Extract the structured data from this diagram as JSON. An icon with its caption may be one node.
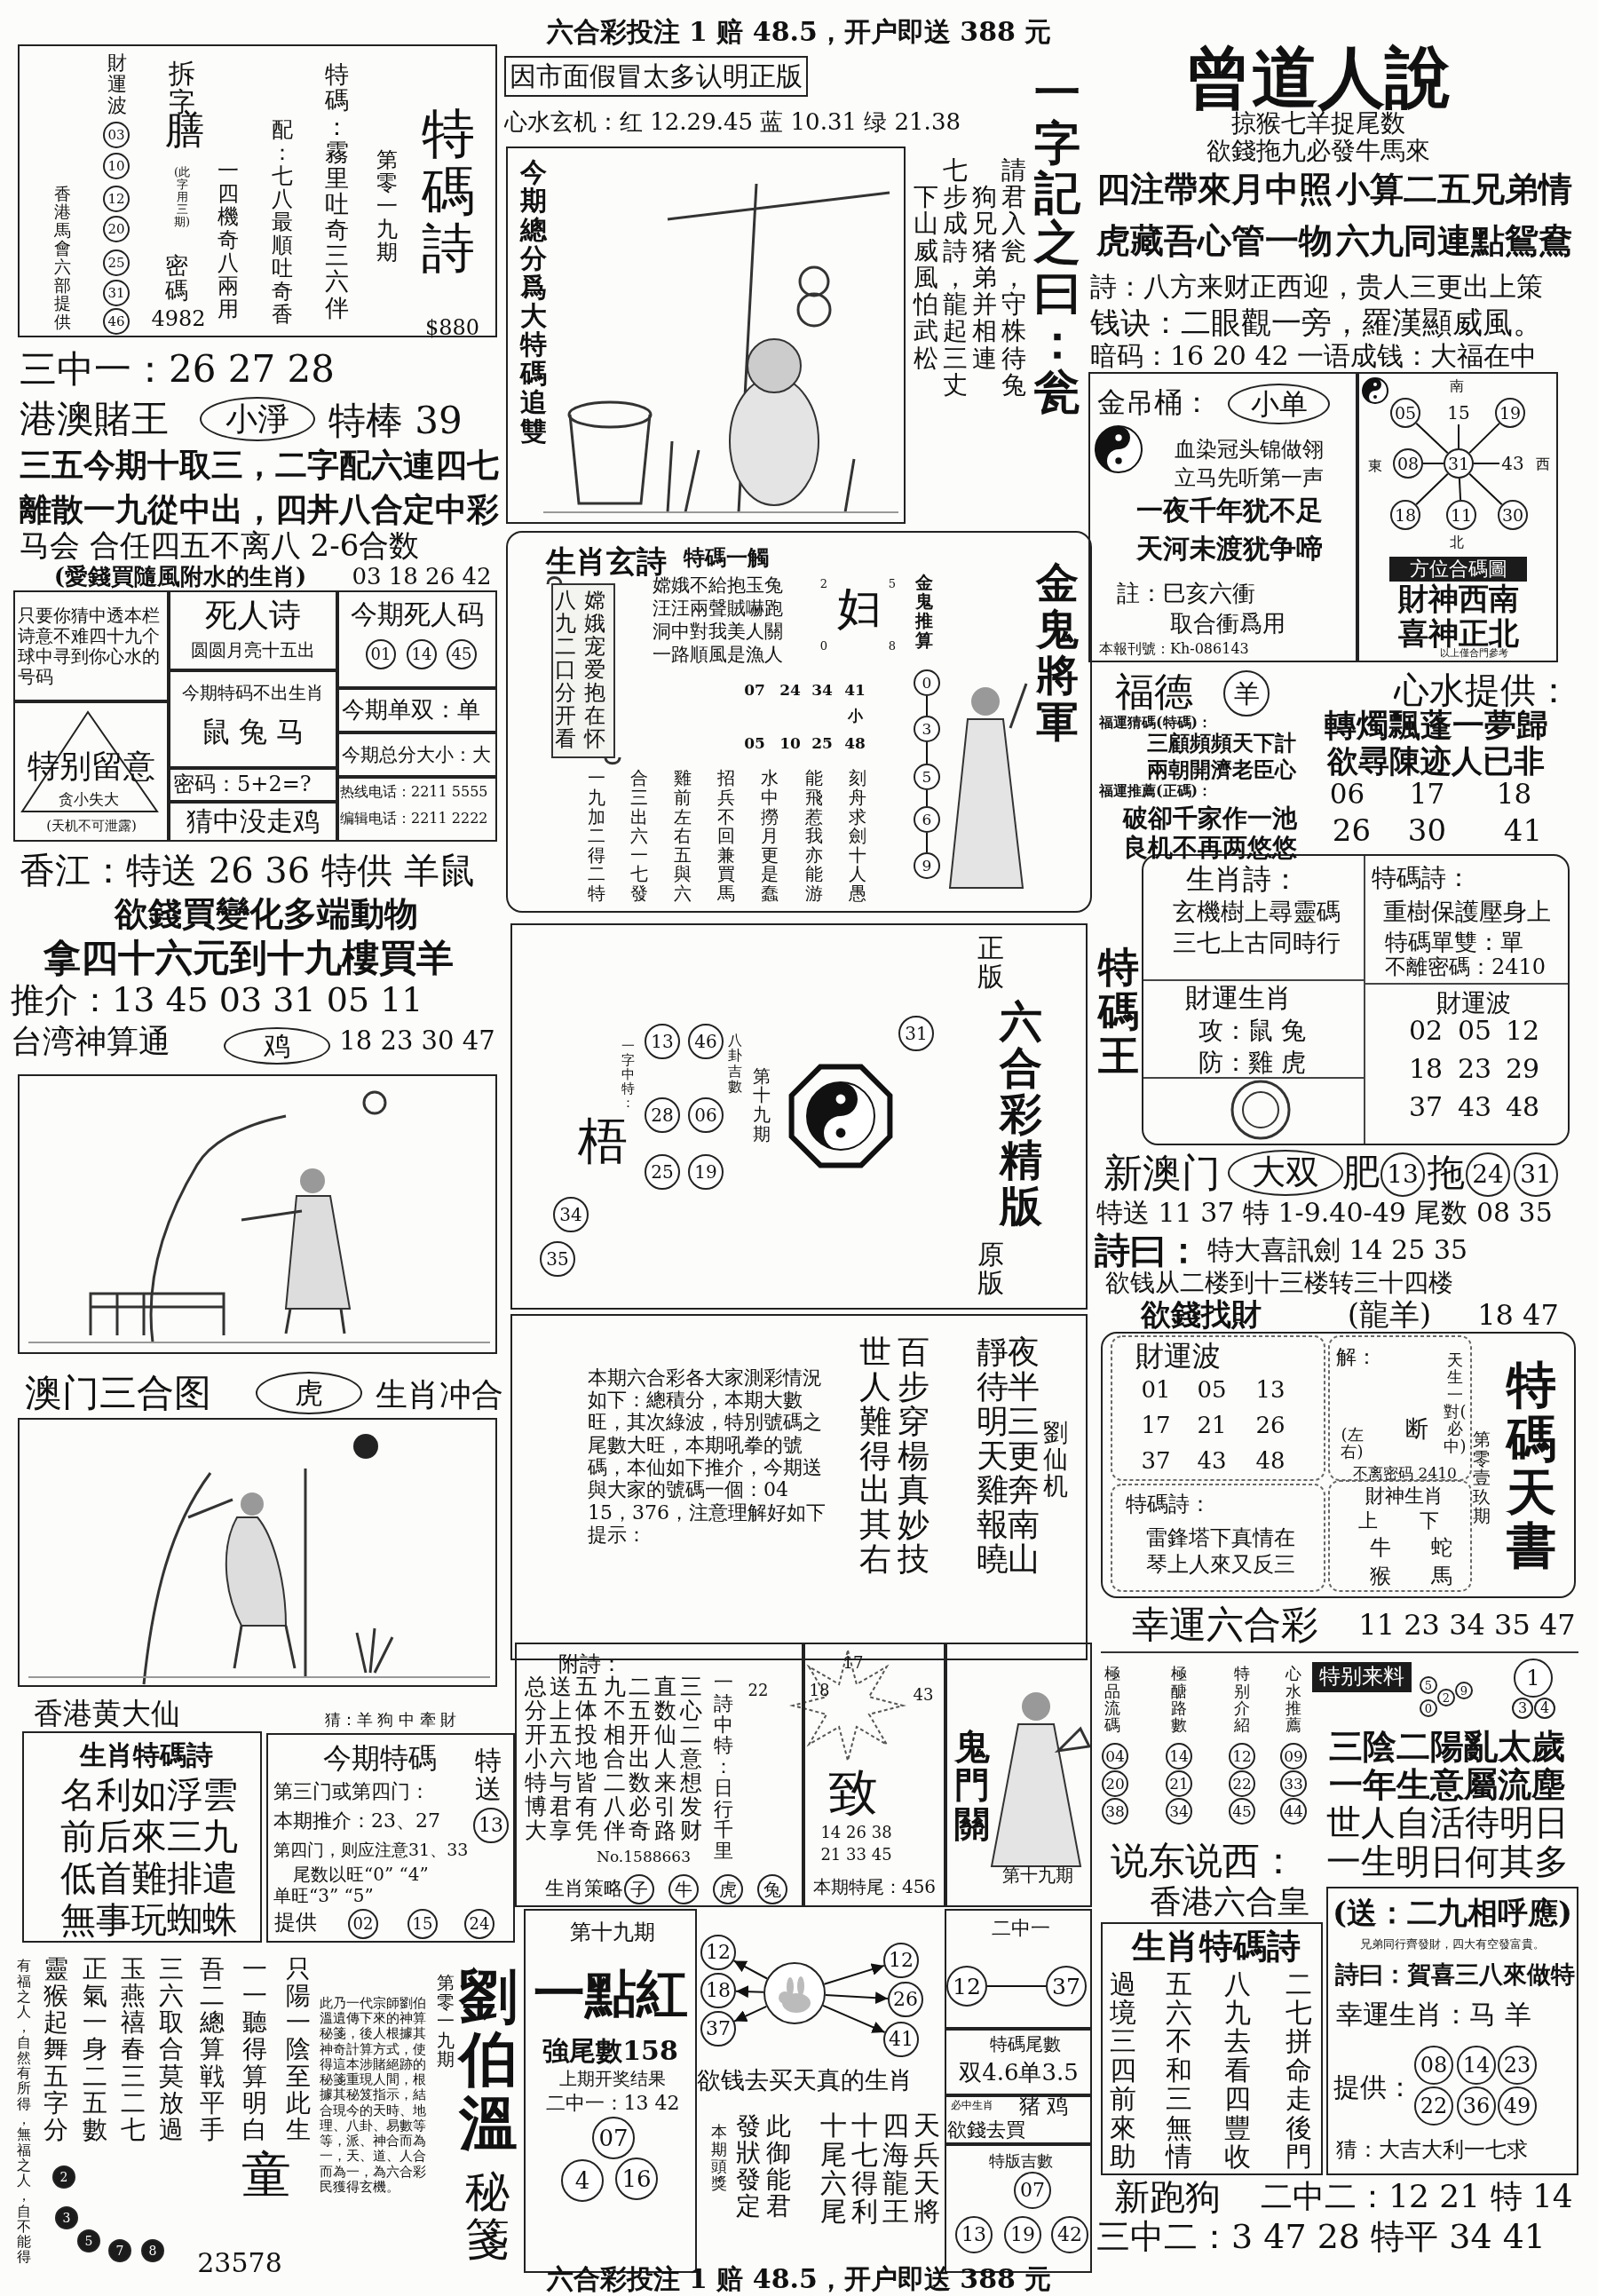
{
  "diagram": {
    "nodes": [
      {
        "text": [
          "特碼詩",
          "$880",
          "第零一九期",
          "特碼：霧里吐奇三六伴",
          "配：七八最順吐奇香",
          "一四機奇八兩用",
          "拆字",
          "膳",
          "(此字用三期)",
          "密碼",
          "4982",
          "財運波",
          "03",
          "10",
          "12",
          "20",
          "25",
          "31",
          "46",
          "香港馬會六部提供"
        ]
      },
      {
        "text": [],
        "shape": "box"
      },
      {
        "text": [
          "只要你猜中透本栏诗意不难四十九个球中寻到你心水的号码"
        ],
        "in": 1
      },
      {
        "text": [
          "死人诗",
          "圆圆月亮十五出"
        ],
        "in": 1
      },
      {
        "text": [
          "今期死人码",
          "01",
          "14",
          "45"
        ],
        "in": 1
      },
      {
        "text": [
          "今期特码不出生肖",
          "鼠 兔 马"
        ],
        "in": 1
      },
      {
        "text": [
          "今期单双：单"
        ],
        "in": 1
      },
      {
        "text": [
          "今期总分大小：大"
        ],
        "in": 1
      },
      {
        "text": [
          "特别留意",
          "贪小失大",
          "(天机不可泄露)"
        ],
        "in": 1
      },
      {
        "text": [
          "密码：5+2=?"
        ],
        "in": 1
      },
      {
        "text": [
          "猜中没走鸡"
        ],
        "in": 1
      },
      {
        "text": [
          "热线电话：2211 5555",
          "编辑电话：2211 2222"
        ],
        "in": 1
      },
      {
        "text": [],
        "shape": "picture"
      },
      {
        "text": [],
        "shape": "picture"
      },
      {
        "text": [
          "生肖特碼詩",
          "名利如浮雲",
          "前后來三九",
          "低首難排遣",
          "無事玩蜘蛛"
        ]
      },
      {
        "text": [
          "今期特碼",
          "特送",
          "第三门或第四门：",
          "本期推介：23、27",
          "第四门，则应注意31、33",
          "尾数以旺“0” “4”",
          "单旺“3” “5”",
          "提供",
          "02",
          "15",
          "24",
          "13"
        ]
      },
      {
        "text": [
          "今期總分爲大特碼追雙"
        ]
      },
      {
        "text": [
          "生肖玄詩",
          "特碼一觸",
          "嫦娥宠爱抱在怀",
          "八九二口分开看",
          "嫦娥不給抱玉兔",
          "汪汪兩聲賊嚇跑",
          "洞中對我美人關",
          "一路順風是漁人",
          "07",
          "24",
          "34",
          "41",
          "小",
          "05",
          "10",
          "25",
          "48",
          "妇",
          "2",
          "5",
          "0",
          "8",
          "金鬼推算",
          "金鬼將軍",
          "刻舟求劍十人愚",
          "能飛惹我亦能游",
          "水中撈月更是蠢",
          "招兵不回兼買馬",
          "雞前左右五與六",
          "合三出六一七發",
          "一九加二得二特"
        ]
      },
      {
        "text": [
          "0"
        ],
        "in": 17
      },
      {
        "text": [
          "3"
        ],
        "in": 17
      },
      {
        "text": [
          "5"
        ],
        "in": 17
      },
      {
        "text": [
          "6"
        ],
        "in": 17
      },
      {
        "text": [
          "9"
        ],
        "in": 17
      },
      {
        "text": [
          "正版",
          "六合彩精版",
          "原版",
          "第十九期",
          "八卦吉數",
          "一字中特：",
          "梧",
          "13",
          "46",
          "28",
          "06",
          "25",
          "19",
          "34",
          "35",
          "31"
        ]
      },
      {
        "text": [
          "本期六合彩各大家測彩情況如下：總積分，本期大數旺，其次綠波，特別號碼之尾數大旺，本期吼拳的號碼，本仙如下推介，今期送與大家的號碼一個：04 15，376，注意理解好如下提示：",
          "劉仙机",
          "夜半三更奔南山",
          "靜待明天雞報曉",
          "百步穿楊真妙技",
          "世人難得出其右"
        ]
      },
      {
        "text": [
          "附詩：",
          "三心二意想发财",
          "直数仙人来引路",
          "二五开出数必奇",
          "九不相合二八伴",
          "五体投地皆有凭",
          "送上五六与君享",
          "总分开小特博大",
          "一詩中特：日行千里",
          "No.1588663",
          "生肖策略",
          "子",
          "牛",
          "虎",
          "兔"
        ]
      },
      {
        "text": [
          "17",
          "18",
          "43",
          "致",
          "14 26 38",
          "21 33 45",
          "本期特尾：456"
        ]
      },
      {
        "text": [
          "鬼門關",
          "第十九期"
        ]
      },
      {
        "text": [
          "第十九期",
          "一點紅",
          "強尾數158",
          "上期开奖结果",
          "二中一：13 42",
          "07",
          "4",
          "16"
        ]
      },
      {
        "text": [
          "12"
        ]
      },
      {
        "text": [
          "18"
        ]
      },
      {
        "text": [
          "37"
        ]
      },
      {
        "text": [],
        "shape": "circle"
      },
      {
        "text": [
          "12"
        ]
      },
      {
        "text": [
          "26"
        ]
      },
      {
        "text": [
          "41"
        ]
      },
      {
        "text": [
          "二中一"
        ]
      },
      {
        "text": [
          "12"
        ],
        "in": 36
      },
      {
        "text": [
          "37"
        ],
        "in": 36
      },
      {
        "text": [
          "特碼尾數",
          "双4.6单3.5"
        ]
      },
      {
        "text": [
          "必中生肖",
          "猪 鸡",
          "欲錢去買"
        ]
      },
      {
        "text": [
          "特版吉數",
          "07",
          "13",
          "19",
          "42"
        ]
      },
      {
        "text": [
          "金吊桶：",
          "小单",
          "血染冠头锦做翎",
          "立马先听第一声",
          "一夜千年犹不足",
          "天河未渡犹争啼",
          "註：巳亥六衝",
          "取合衝爲用",
          "本報刊號：Kh-086143"
        ]
      },
      {
        "text": [
          "南",
          "東",
          "西",
          "北",
          "方位合碼圖",
          "財神西南",
          "喜神正北",
          "以上僅合門參考"
        ]
      },
      {
        "text": [
          "05"
        ],
        "in": 43
      },
      {
        "text": [
          "15"
        ],
        "in": 43
      },
      {
        "text": [
          "19"
        ],
        "in": 43
      },
      {
        "text": [
          "08"
        ],
        "in": 43
      },
      {
        "text": [
          "31"
        ],
        "in": 43
      },
      {
        "text": [
          "43"
        ],
        "in": 43
      },
      {
        "text": [
          "18"
        ],
        "in": 43
      },
      {
        "text": [
          "11"
        ],
        "in": 43
      },
      {
        "text": [
          "30"
        ],
        "in": 43
      },
      {
        "text": [
          "生肖詩：",
          "玄機樹上尋靈碼",
          "三七上古同時行",
          "特碼詩：",
          "重樹保護壓身上",
          "特碼單雙：單",
          "不離密碼：2410",
          "財運生肖",
          "攻：鼠 兔",
          "防：雞 虎",
          "財運波",
          "02",
          "05",
          "12",
          "18",
          "23",
          "29",
          "37",
          "43",
          "48"
        ]
      },
      {
        "text": [
          "財運波",
          "01",
          "05",
          "13",
          "17",
          "21",
          "26",
          "37",
          "43",
          "48",
          "解：",
          "(左右)",
          "断",
          "天生一對(必中)",
          "不离密码 2410",
          "特碼詩：",
          "雷鋒塔下真情在",
          "琴上人來又反三",
          "財神生肖",
          "上",
          "下",
          "牛",
          "蛇",
          "猴",
          "馬",
          "特碼天書",
          "第零壹玖期"
        ]
      },
      {
        "text": [
          "生肖特碼詩",
          "二七拼命走後門",
          "八九去看四豐收",
          "五六不和三無情",
          "過境三四前來助"
        ]
      },
      {
        "text": [
          "(送：二九相呼應)",
          "兄弟同行齊發財，四大有空發富貴。",
          "詩曰：賀喜三八來做特",
          "幸運生肖：马 羊",
          "提供：",
          "08",
          "14",
          "23",
          "22",
          "36",
          "49",
          "猜：大吉大利一七求"
        ]
      },
      {
        "text": [
          "羊"
        ]
      },
      {
        "text": [
          "13"
        ]
      },
      {
        "text": [
          "24"
        ]
      },
      {
        "text": [
          "31"
        ]
      },
      {
        "text": [
          "04"
        ]
      },
      {
        "text": [
          "14"
        ]
      },
      {
        "text": [
          "12"
        ]
      },
      {
        "text": [
          "09"
        ]
      },
      {
        "text": [
          "20"
        ]
      },
      {
        "text": [
          "21"
        ]
      },
      {
        "text": [
          "22"
        ]
      },
      {
        "text": [
          "33"
        ]
      },
      {
        "text": [
          "38"
        ]
      },
      {
        "text": [
          "34"
        ]
      },
      {
        "text": [
          "45"
        ]
      },
      {
        "text": [
          "44"
        ]
      },
      {
        "text": [
          "1"
        ]
      }
    ],
    "edges": [
      {
        "from": 18,
        "to": 19,
        "arrow": "none"
      },
      {
        "from": 19,
        "to": 20,
        "arrow": "none"
      },
      {
        "from": 20,
        "to": 21,
        "arrow": "none"
      },
      {
        "from": 21,
        "to": 22,
        "arrow": "none"
      },
      {
        "from": 32,
        "to": 29,
        "arrow": "to"
      },
      {
        "from": 32,
        "to": 30,
        "arrow": "to"
      },
      {
        "from": 32,
        "to": 31,
        "arrow": "to"
      },
      {
        "from": 32,
        "to": 33,
        "arrow": "to"
      },
      {
        "from": 32,
        "to": 34,
        "arrow": "to"
      },
      {
        "from": 32,
        "to": 35,
        "arrow": "to"
      },
      {
        "from": 37,
        "to": 38,
        "arrow": "none"
      },
      {
        "from": 48,
        "to": 44,
        "arrow": "none"
      },
      {
        "from": 48,
        "to": 45,
        "arrow": "none"
      },
      {
        "from": 48,
        "to": 46,
        "arrow": "none"
      },
      {
        "from": 48,
        "to": 47,
        "arrow": "none"
      },
      {
        "from": 48,
        "to": 49,
        "arrow": "none"
      },
      {
        "from": 48,
        "to": 50,
        "arrow": "none"
      },
      {
        "from": 48,
        "to": 51,
        "arrow": "none"
      },
      {
        "from": 48,
        "to": 52,
        "arrow": "none"
      }
    ],
    "labels": [
      "六合彩投注 1 赔 48.5，开户即送 388 元",
      "因市面假冒太多认明正版",
      "心水玄机：红 12.29.45 蓝 10.31 绿 21.38",
      "曾道人說",
      "掠猴七羊捉尾数",
      "欲錢拖九必發牛馬來",
      "四注帶來月中照",
      "小算二五兄弟情",
      "虎藏吾心管一物",
      "六九同連點鴛鴦",
      "詩：八方来财正西迎，贵人三更出上策",
      "钱诀：二眼觀一旁，羅漢顯威風。",
      "暗码：16 20 42 一语成钱：大福在中",
      "請君入瓮，守株待兔",
      "狗兄猪弟并相連",
      "七步成詩，龍起三丈",
      "下山威風怕武松",
      "一字記之曰：瓮",
      "三中一：26 27 28",
      "港澳賭王",
      "小淨",
      "特棒 39",
      "三五今期十取三，二字配六連四七",
      "離散一九從中出，四丼八合定中彩",
      "马会 合任四五不离八 2-6合数",
      "(愛錢買隨風附水的生肖)",
      "03 18 26 42",
      "香江：特送 26 36 特供 羊鼠",
      "欲錢買變化多端動物",
      "拿四十六元到十九樓買羊",
      "推介：13 45 03 31 05 11",
      "台湾神算通",
      "鸡",
      "18 23 30 47",
      "澳门三合图",
      "虎",
      "生肖冲合",
      "香港黄大仙",
      "猜：羊 狗 中 牽 財",
      "只陽一陰至此生",
      "一一聽得算明白",
      "吾二總算戦平手",
      "三六取合莫放過",
      "玉燕禧春三二七",
      "正氣一身二五數",
      "靈猴起舞五字分",
      "有福之人，自然有所得，無福之人，自不能得",
      "此乃一代宗師劉伯溫遺傳下來的神算秘箋，後人根據其神奇計算方式，使得這本涉賭絕跡的秘箋重現人間，根據其秘笈指示，結合現今的天時、地理、八卦、易數等等，派、神合而為一，天、道、人合而為一，為六合彩民獲得玄機。",
      "第零一九期",
      "劉伯溫",
      "秘箋",
      "童",
      "23578",
      "2",
      "3",
      "5",
      "7",
      "8",
      "22",
      "欲钱去买天真的生肖",
      "天兵天將",
      "四海龍王",
      "十七得利",
      "十尾六尾",
      "此御能君",
      "發狀發定",
      "本期頭獎",
      "特碼王",
      "福德",
      "心水提供：",
      "福運猜碼(特碼)：",
      "三顧頻頻天下計",
      "兩朝開濟老臣心",
      "轉燭飄蓬一夢歸",
      "欲尋陳迹人已非",
      "福運推薦(正碼)：",
      "06",
      "17",
      "18",
      "破卻千家作一池",
      "良机不再两悠悠",
      "26",
      "30",
      "41",
      "新澳门",
      "大双",
      "肥",
      "拖",
      "特送 11 37 特 1-9.40-49 尾数 08 35",
      "詩曰：",
      "特大喜訊劍 14 25 35",
      "欲钱从二楼到十三楼转三十四楼",
      "欲錢找財",
      "(龍羊)",
      "18 47",
      "幸運六合彩",
      "11 23 34 35 47",
      "極品流碼",
      "極醣路數",
      "特别介紹",
      "心水推薦",
      "特别来料",
      "5",
      "0",
      "2",
      "9",
      "3",
      "4",
      "三陰二陽亂太歲",
      "一年生意屬流塵",
      "世人自活待明日",
      "说东说西：",
      "一生明日何其多",
      "香港六合皇",
      "新跑狗",
      "二中二：12 21 特 14",
      "三中二：3 47 28 特平 34 41",
      "六合彩投注 1 赔 48.5，开户即送 388 元"
    ]
  }
}
